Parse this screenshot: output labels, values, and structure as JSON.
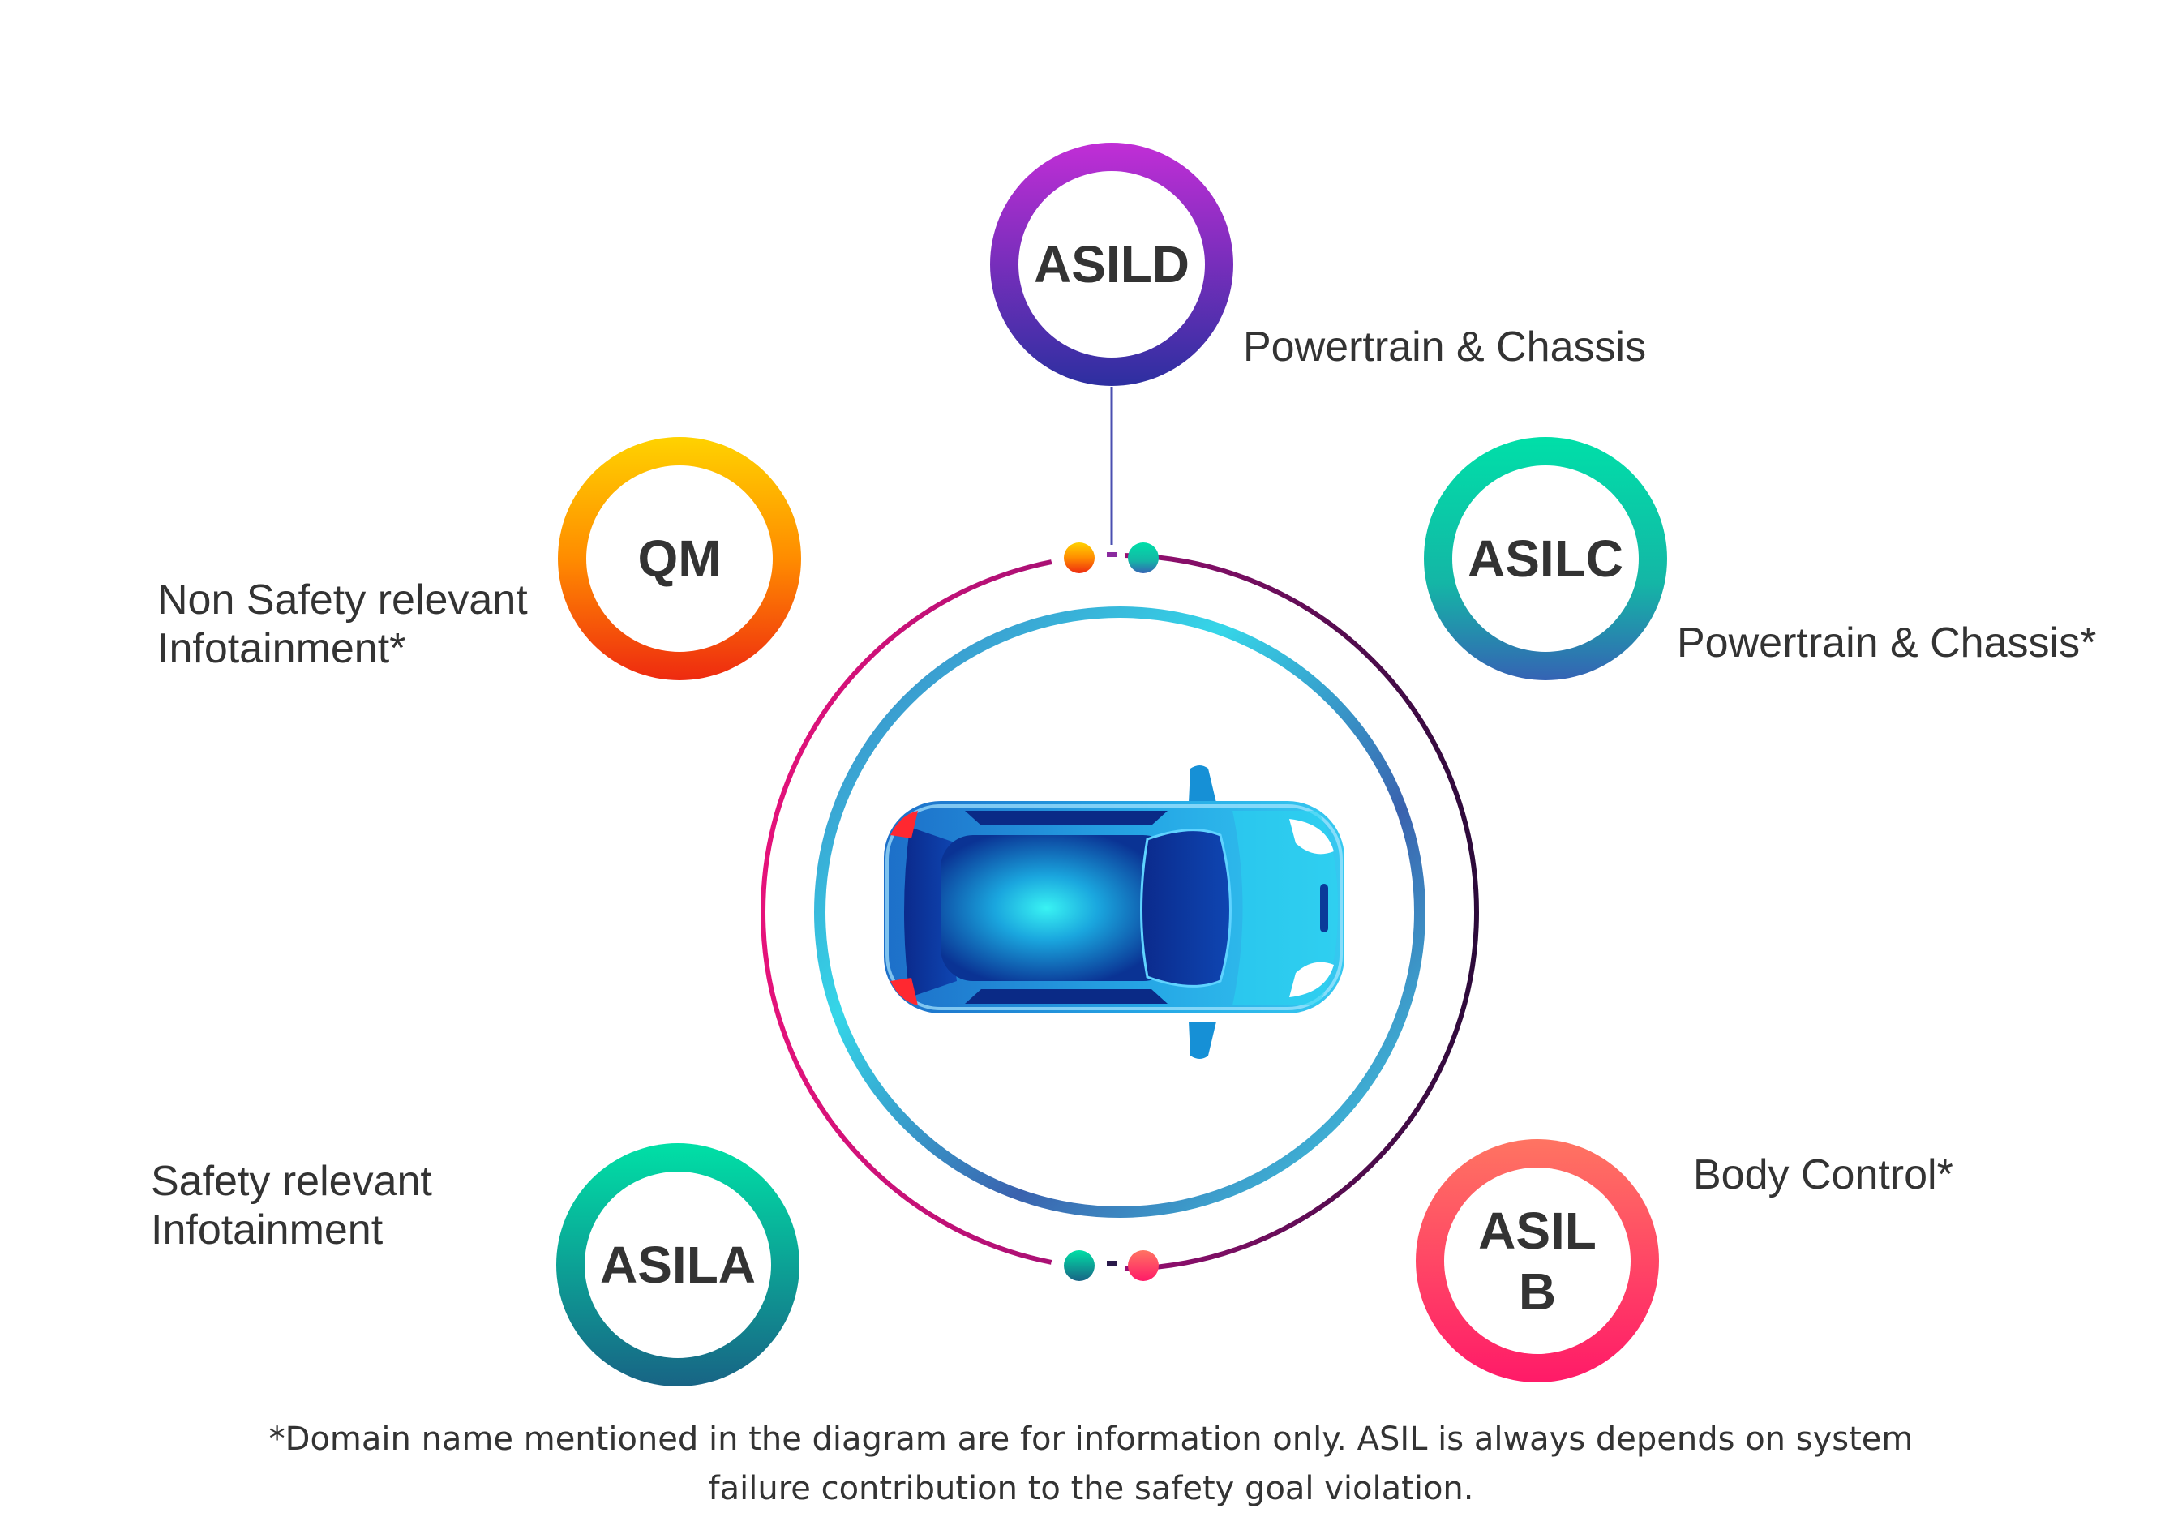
{
  "levels": {
    "asild": {
      "label": "ASILD",
      "domain": "Powertrain & Chassis",
      "colors": [
        "#c12ed6",
        "#2d2fa0"
      ]
    },
    "asilc": {
      "label": "ASILC",
      "domain": "Powertrain & Chassis*",
      "colors": [
        "#00dfa8",
        "#3563b4"
      ]
    },
    "qm": {
      "label": "QM",
      "domain_line1": "Non Safety relevant",
      "domain_line2": "Infotainment*",
      "colors": [
        "#ffcf00",
        "#ff4a10"
      ]
    },
    "asila": {
      "label": "ASILA",
      "domain_line1": "Safety relevant",
      "domain_line2": "Infotainment",
      "colors": [
        "#00dfa5",
        "#166a8a"
      ]
    },
    "asilb": {
      "label_line1": "ASIL",
      "label_line2": "B",
      "domain": "Body Control*",
      "colors": [
        "#ff7068",
        "#ff1c67"
      ]
    }
  },
  "footnote": {
    "line1": "*Domain name mentioned in the diagram are for information only. ASIL is always depends on system",
    "line2": "failure contribution to the safety goal violation."
  }
}
